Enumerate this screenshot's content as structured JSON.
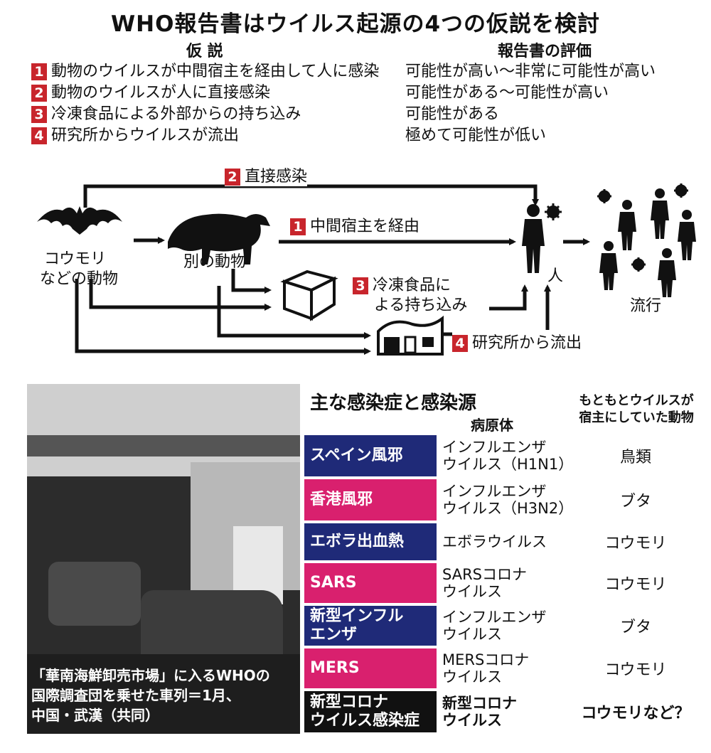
{
  "title": "WHO報告書はウイルス起源の4つの仮説を検討",
  "hypotheses_header": "仮 説",
  "evaluation_header": "報告書の評価",
  "hypotheses": [
    {
      "num": "1",
      "text": "動物のウイルスが中間宿主を経由して人に感染",
      "evaluation": "可能性が高い～非常に可能性が高い"
    },
    {
      "num": "2",
      "text": "動物のウイルスが人に直接感染",
      "evaluation": "可能性がある～可能性が高い"
    },
    {
      "num": "3",
      "text": "冷凍食品による外部からの持ち込み",
      "evaluation": "可能性がある"
    },
    {
      "num": "4",
      "text": "研究所からウイルスが流出",
      "evaluation": "極めて可能性が低い"
    }
  ],
  "diagram": {
    "bat_label_1": "コウモリ",
    "bat_label_2": "などの動物",
    "animal_label": "別の動物",
    "human_label": "人",
    "spread_label": "流行",
    "path1": {
      "num": "1",
      "text": "中間宿主を経由"
    },
    "path2": {
      "num": "2",
      "text": "直接感染"
    },
    "path3": {
      "num": "3",
      "text_1": "冷凍食品に",
      "text_2": "よる持ち込み"
    },
    "path4": {
      "num": "4",
      "text": "研究所から流出"
    }
  },
  "photo": {
    "caption_lines": [
      "「華南海鮮卸売市場」に入るWHOの",
      "国際調査団を乗せた車列＝1月、",
      "中国・武漢（共同）"
    ]
  },
  "table": {
    "title": "主な感染症と感染源",
    "col_pathogen": "病原体",
    "col_host_1": "もともとウイルスが",
    "col_host_2": "宿主にしていた動物",
    "rows": [
      {
        "name": "スペイン風邪",
        "pathogen": [
          "インフルエンザ",
          "ウイルス（H1N1）"
        ],
        "host": "鳥類",
        "color": "#1f2a78"
      },
      {
        "name": "香港風邪",
        "pathogen": [
          "インフルエンザ",
          "ウイルス（H3N2）"
        ],
        "host": "ブタ",
        "color": "#d9206e"
      },
      {
        "name": "エボラ出血熱",
        "pathogen": [
          "エボラウイルス"
        ],
        "host": "コウモリ",
        "color": "#1f2a78"
      },
      {
        "name": "SARS",
        "pathogen": [
          "SARSコロナ",
          "ウイルス"
        ],
        "host": "コウモリ",
        "color": "#d9206e"
      },
      {
        "name_lines": [
          "新型インフル",
          "エンザ"
        ],
        "pathogen": [
          "インフルエンザ",
          "ウイルス"
        ],
        "host": "ブタ",
        "color": "#1f2a78"
      },
      {
        "name": "MERS",
        "pathogen": [
          "MERSコロナ",
          "ウイルス"
        ],
        "host": "コウモリ",
        "color": "#d9206e"
      },
      {
        "name_lines": [
          "新型コロナ",
          "ウイルス感染症"
        ],
        "pathogen": [
          "新型コロナ",
          "ウイルス"
        ],
        "host": "コウモリなど？",
        "color": "#111111"
      }
    ]
  },
  "icons": [
    "bat-icon",
    "civet-icon",
    "person-icon",
    "virus-icon",
    "box-icon",
    "laboratory-icon"
  ]
}
